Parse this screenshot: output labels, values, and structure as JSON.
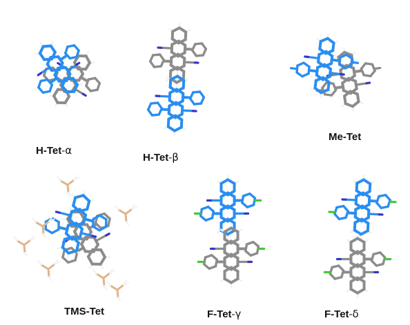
{
  "colors": {
    "top_molecule": "#2a8ef0",
    "bottom_molecule": "#8c8c8c",
    "hydrogen": "#f2f2f2",
    "nitrogen": "#3535c8",
    "fluorine": "#49c43d",
    "silicon": "#e0b48a",
    "label_text": "#111111"
  },
  "panels": [
    {
      "id": "h-tet-alpha",
      "name": "H-Tet",
      "suffix": "α"
    },
    {
      "id": "h-tet-beta",
      "name": "H-Tet",
      "suffix": "β"
    },
    {
      "id": "me-tet",
      "name": "Me-Tet",
      "suffix": ""
    },
    {
      "id": "tms-tet",
      "name": "TMS-Tet",
      "suffix": ""
    },
    {
      "id": "f-tet-gamma",
      "name": "F-Tet",
      "suffix": "γ"
    },
    {
      "id": "f-tet-delta",
      "name": "F-Tet",
      "suffix": "δ"
    }
  ]
}
